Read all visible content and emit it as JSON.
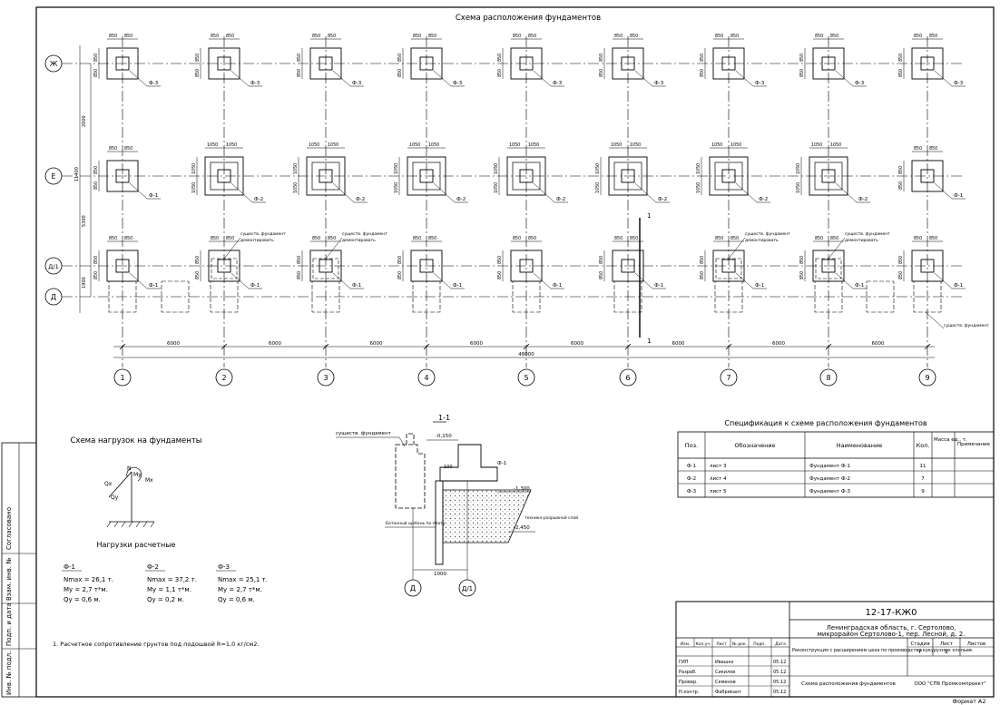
{
  "plan": {
    "title": "Схема расположения фундаментов",
    "row_axes": [
      "Ж",
      "Е",
      "Д/1",
      "Д"
    ],
    "col_axes": [
      "1",
      "2",
      "3",
      "4",
      "5",
      "6",
      "7",
      "8",
      "9"
    ],
    "spans": [
      "6000",
      "6000",
      "6000",
      "6000",
      "6000",
      "6000",
      "6000",
      "6000"
    ],
    "total_span": "48000",
    "left_dims": [
      "2000",
      "11400",
      "5300",
      "1900"
    ],
    "section_mark": "1",
    "labels": {
      "f1": "Ф-1",
      "f2": "Ф-2",
      "f3": "Ф-3",
      "dim_small": "850",
      "dim_big": "1050",
      "existing_dismantle": "существ. фундамент демонтировать",
      "existing": "существ. фундамент"
    }
  },
  "section": {
    "title": "1-1",
    "existing": "существ. фундамент",
    "lvl_top": "-0,150",
    "lvl_ground": "-1,300",
    "lvl_bottom": "-2,450",
    "dim_100": "100",
    "dim_1000": "1000",
    "f_label": "Ф-1",
    "concrete_note": "Бетонный щебень по плоту",
    "fill_note": "технико-разрывной слой",
    "axis_left": "Д",
    "axis_right": "Д/1"
  },
  "loads": {
    "title": "Схема нагрузок на фундаменты",
    "subtitle": "Нагрузки расчетные",
    "symbols": {
      "n": "N",
      "my": "My",
      "mx": "Mx",
      "qx": "Qx",
      "qy": "Qy"
    },
    "items": [
      {
        "name": "Ф-1",
        "nmax": "Nmax = 26,1 т.",
        "my": "My = 2,7 т*м.",
        "qy": "Qy = 0,6 м."
      },
      {
        "name": "Ф-2",
        "nmax": "Nmax = 37,2 т.",
        "my": "My = 1,1 т*м.",
        "qy": "Qy = 0,2 м."
      },
      {
        "name": "Ф-3",
        "nmax": "Nmax = 25,1 т.",
        "my": "My = 2,7 т*м.",
        "qy": "Qy = 0,6 м."
      }
    ],
    "note": "1. Расчетное сопротивление грунтов под подошвой R=1,0 кг/см2."
  },
  "spec": {
    "title": "Спецификация к схеме расположения фундаментов",
    "headers": [
      "Поз.",
      "Обозначение",
      "Наименование",
      "Кол.",
      "Масса ед., т.",
      "Примечание"
    ],
    "rows": [
      [
        "Ф-1",
        "лист 3",
        "Фундамент Ф-1",
        "11",
        "",
        ""
      ],
      [
        "Ф-2",
        "лист 4",
        "Фундамент Ф-2",
        "7",
        "",
        ""
      ],
      [
        "Ф-3",
        "лист 5",
        "Фундамент Ф-3",
        "9",
        "",
        ""
      ]
    ]
  },
  "stamp": {
    "code": "12-17-КЖ0",
    "address1": "Ленинградская область, г. Сертолово,",
    "address2": "микрорайон Сертолово-1, пер. Лесной, д. 2.",
    "head_cols": [
      "Изм.",
      "Кол.уч.",
      "Лист",
      "№ док.",
      "Подп.",
      "Дата"
    ],
    "roles": [
      {
        "role": "ГИП",
        "name": "Ивашко",
        "date": "05.12"
      },
      {
        "role": "Разраб.",
        "name": "Сикилов",
        "date": "05.12"
      },
      {
        "role": "Провер.",
        "name": "Семенов",
        "date": "05.12"
      },
      {
        "role": "Н.контр.",
        "name": "Фабрикант",
        "date": "05.12"
      }
    ],
    "project": "Реконструкция с расширением цеха по производству кукурузных хлопьев.",
    "stage_h": "Стадия",
    "sheet_h": "Лист",
    "sheets_h": "Листов",
    "stage": "Р",
    "sheet": "2",
    "sheets": "",
    "drawing_name": "Схема расположения фундаментов",
    "company": "ООО \"СПб Промкомпроект\"",
    "format": "Формат А2"
  },
  "side_stamp": [
    "Согласовано",
    "Взам. инв. №",
    "Подп. и дата",
    "Инв. № подл."
  ]
}
